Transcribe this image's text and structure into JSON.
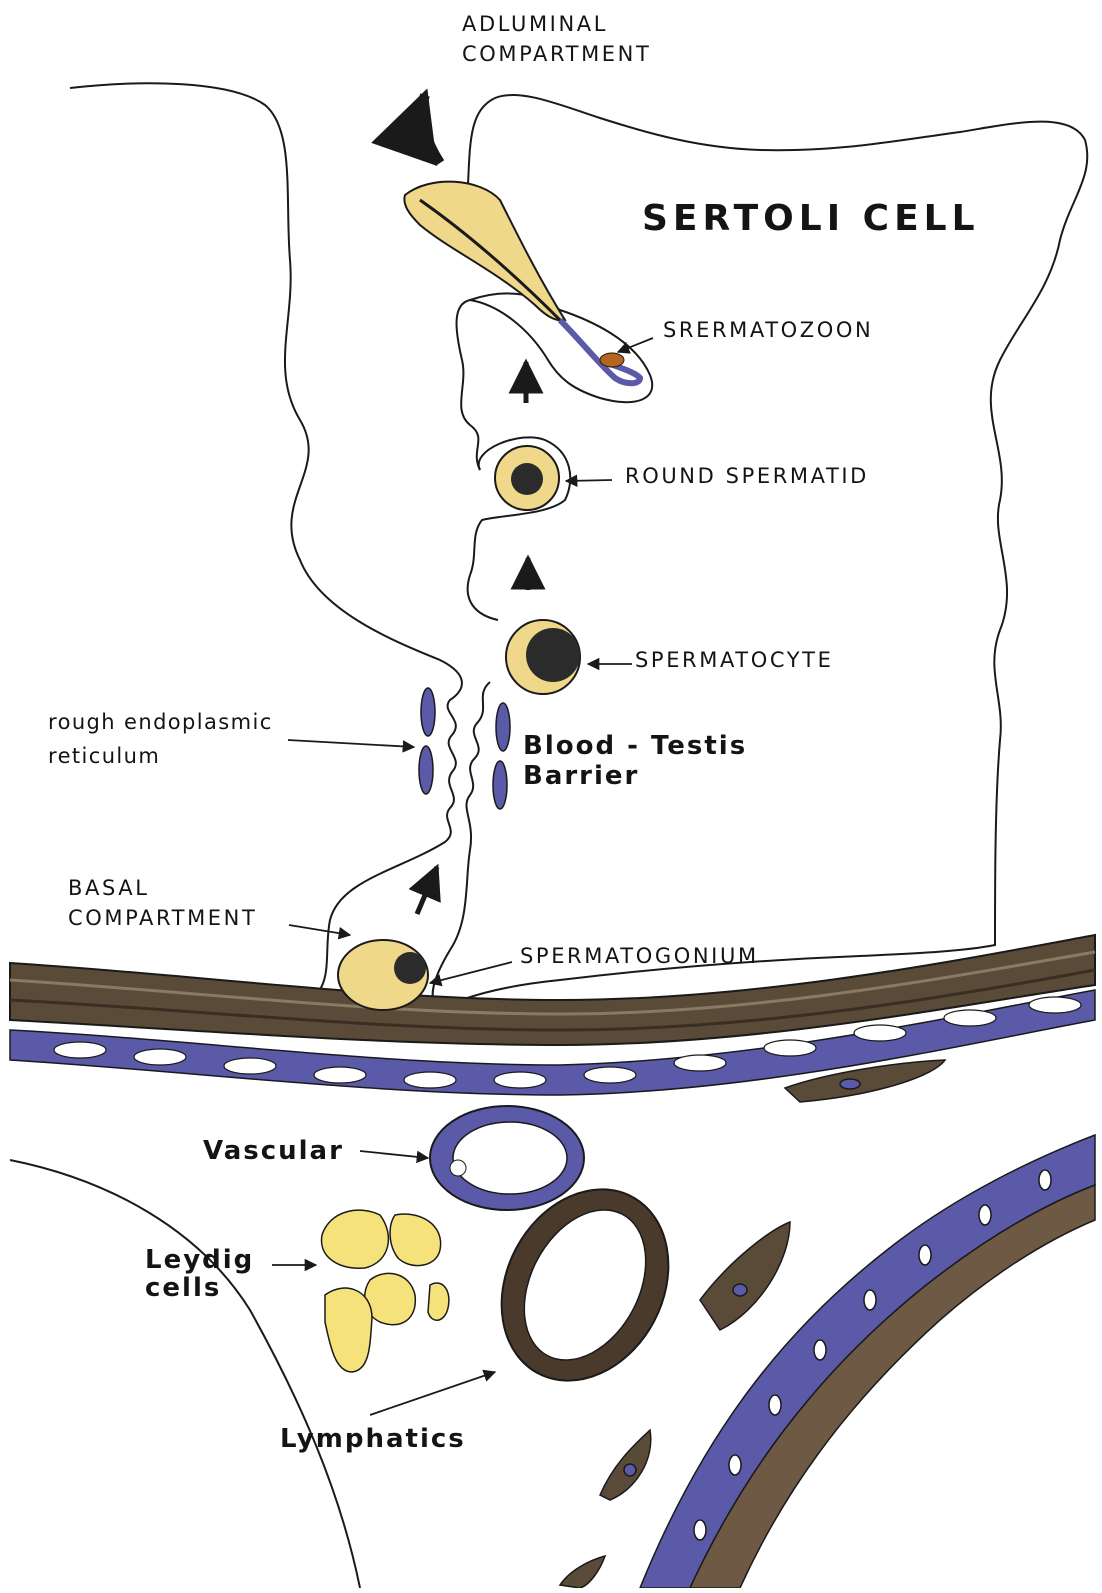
{
  "labels": {
    "adluminal_line1": "ADLUMINAL",
    "adluminal_line2": "COMPARTMENT",
    "sertoli_cell": "SERTOLI CELL",
    "spermatozoon": "SRERMATOZOON",
    "round_spermatid": "ROUND SPERMATID",
    "spermatocyte": "SPERMATOCYTE",
    "rer_line1": "rough endoplasmic",
    "rer_line2": "reticulum",
    "btb_line1": "Blood - Testis",
    "btb_line2": "Barrier",
    "basal_line1": "BASAL",
    "basal_line2": "COMPARTMENT",
    "spermatogonium": "SPERMATOGONIUM",
    "vascular": "Vascular",
    "leydig_line1": "Leydig",
    "leydig_line2": "cells",
    "lymphatics": "Lymphatics"
  },
  "colors": {
    "outline": "#1a1a1a",
    "germ_cell_fill": "#f0d88a",
    "leydig_fill": "#f5e27a",
    "nucleus": "#2b2b2b",
    "myoid_blue": "#5a5aa8",
    "basement_brown": "#5a4a38",
    "lymphatic_brown": "#4a3a2c"
  }
}
